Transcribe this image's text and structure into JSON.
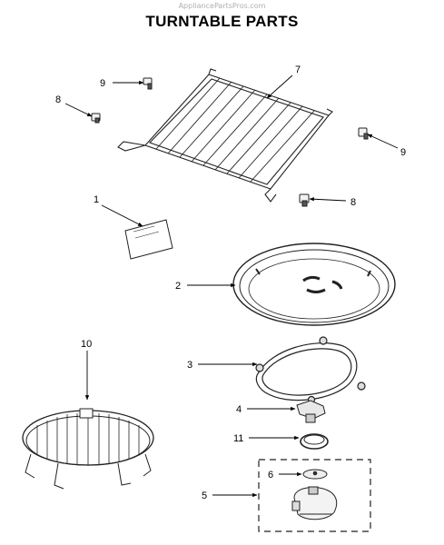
{
  "watermark": "AppliancePartsPros.com",
  "title": "TURNTABLE PARTS",
  "callouts": {
    "c1": "1",
    "c2": "2",
    "c3": "3",
    "c4": "4",
    "c5": "5",
    "c6": "6",
    "c7": "7",
    "c8a": "8",
    "c8b": "8",
    "c9a": "9",
    "c9b": "9",
    "c10": "10",
    "c11": "11"
  }
}
